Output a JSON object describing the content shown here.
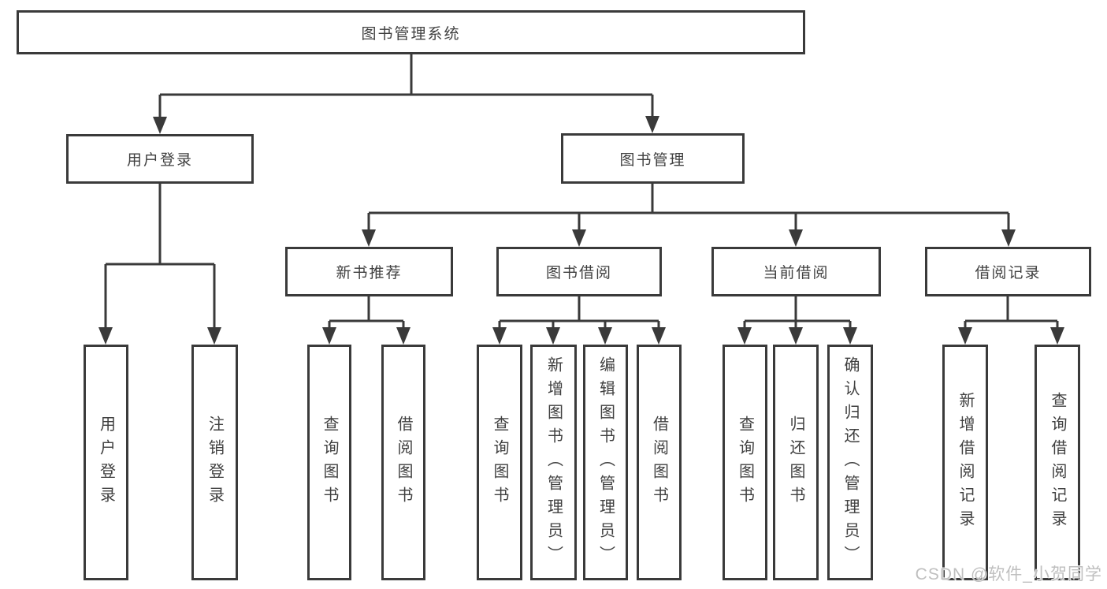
{
  "diagram": {
    "title": "图书管理系统",
    "nodes": {
      "system": "图书管理系统",
      "user_login": "用户登录",
      "book_management": "图书管理",
      "new_book_recommend": "新书推荐",
      "book_borrowing": "图书借阅",
      "current_borrowing": "当前借阅",
      "borrow_records": "借阅记录",
      "leaf_user_login": "用户登录",
      "leaf_logout": "注销登录",
      "leaf_query_books_recommend": "查询图书",
      "leaf_borrow_books_recommend": "借阅图书",
      "leaf_query_books_borrowing": "查询图书",
      "leaf_add_books_admin": "新增图书（管理员）",
      "leaf_edit_books_admin": "编辑图书（管理员）",
      "leaf_borrow_books_borrowing": "借阅图书",
      "leaf_query_books_current": "查询图书",
      "leaf_return_books": "归还图书",
      "leaf_confirm_return_admin": "确认归还（管理员）",
      "leaf_add_borrow_record": "新增借阅记录",
      "leaf_query_borrow_record": "查询借阅记录"
    },
    "edges": [
      {
        "from": "图书管理系统",
        "to": [
          "用户登录",
          "图书管理"
        ]
      },
      {
        "from": "用户登录",
        "to": [
          "用户登录",
          "注销登录"
        ]
      },
      {
        "from": "图书管理",
        "to": [
          "新书推荐",
          "图书借阅",
          "当前借阅",
          "借阅记录"
        ]
      },
      {
        "from": "新书推荐",
        "to": [
          "查询图书",
          "借阅图书"
        ]
      },
      {
        "from": "图书借阅",
        "to": [
          "查询图书",
          "新增图书（管理员）",
          "编辑图书（管理员）",
          "借阅图书"
        ]
      },
      {
        "from": "当前借阅",
        "to": [
          "查询图书",
          "归还图书",
          "确认归还（管理员）"
        ]
      },
      {
        "from": "借阅记录",
        "to": [
          "新增借阅记录",
          "查询借阅记录"
        ]
      }
    ],
    "colors": {
      "line": "#3a3a3a",
      "text": "#404040",
      "background": "#ffffff"
    }
  },
  "watermark": {
    "text": "CSDN @软件_小贺同学",
    "color": "#bfbfbf"
  }
}
